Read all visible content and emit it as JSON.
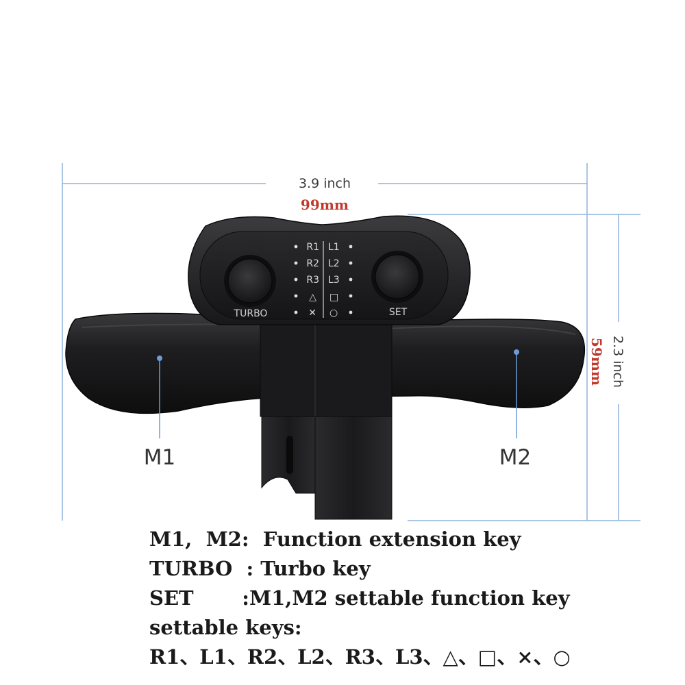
{
  "dimensions": {
    "width_inch": "3.9 inch",
    "width_mm": "99mm",
    "height_inch": "2.3 inch",
    "height_mm": "59mm"
  },
  "device": {
    "left_keys": [
      "R1",
      "R2",
      "R3",
      "△",
      "✕"
    ],
    "right_keys": [
      "L1",
      "L2",
      "L3",
      "□",
      "○"
    ],
    "turbo_label": "TURBO",
    "set_label": "SET",
    "paddle_left": "M1",
    "paddle_right": "M2"
  },
  "legend": {
    "line1": "M1,  M2:  Function extension key",
    "line2": "TURBO  : Turbo key",
    "line3": "SET       :M1,M2 settable function key",
    "line4": "settable keys:",
    "line5": "R1、L1、R2、L2、R3、L3、△、□、×、○"
  },
  "colors": {
    "dimension_line": "#8fb4dc",
    "mm_text": "#c0392b",
    "device_body": "#1c1c1e",
    "pointer_dot": "#6f9bd6"
  }
}
